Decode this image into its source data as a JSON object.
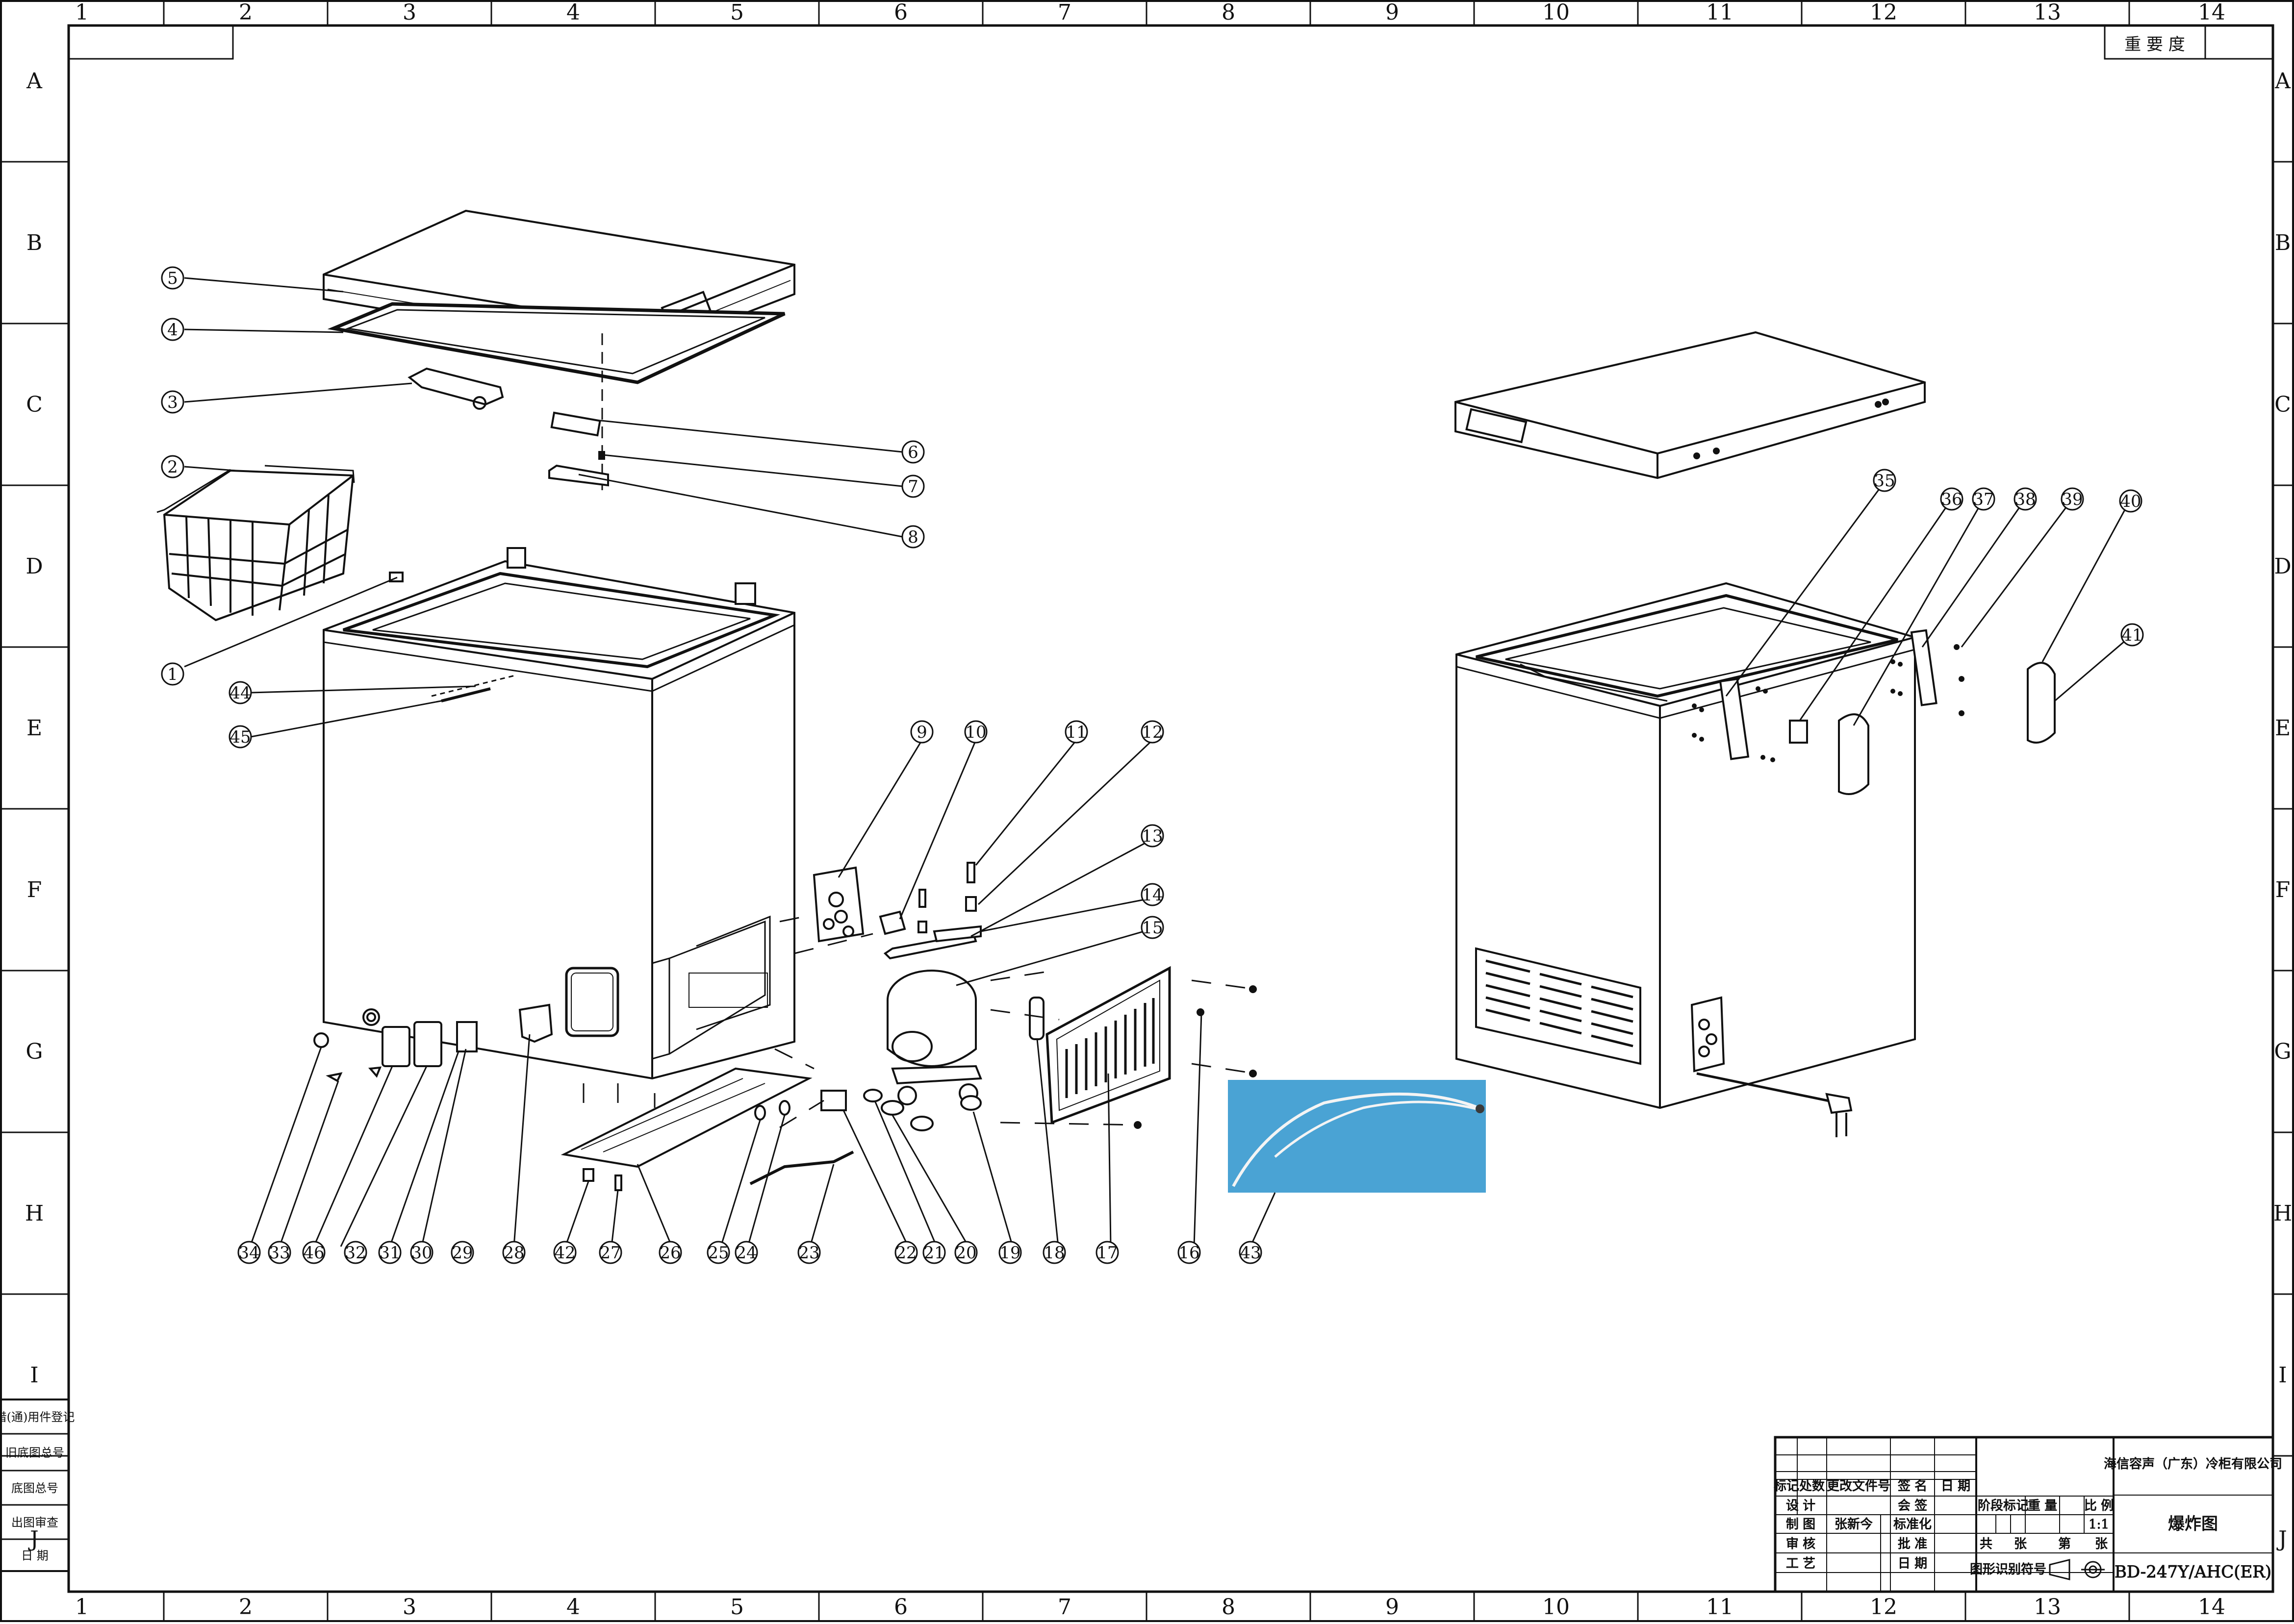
{
  "border": {
    "columns": [
      "1",
      "2",
      "3",
      "4",
      "5",
      "6",
      "7",
      "8",
      "9",
      "10",
      "11",
      "12",
      "13",
      "14"
    ],
    "rows": [
      "A",
      "B",
      "C",
      "D",
      "E",
      "F",
      "G",
      "H",
      "I",
      "J"
    ]
  },
  "importance_label": "重 要 度",
  "balloons": [
    "1",
    "2",
    "3",
    "4",
    "5",
    "6",
    "7",
    "8",
    "9",
    "10",
    "11",
    "12",
    "13",
    "14",
    "15",
    "16",
    "17",
    "18",
    "19",
    "20",
    "21",
    "22",
    "23",
    "24",
    "25",
    "26",
    "27",
    "28",
    "29",
    "30",
    "31",
    "32",
    "33",
    "34",
    "35",
    "36",
    "37",
    "38",
    "39",
    "40",
    "41",
    "42",
    "43",
    "44",
    "45",
    "46"
  ],
  "side_table": [
    "借(通)用件登记",
    "旧底图总号",
    "底图总号",
    "出图审查",
    "日   期"
  ],
  "title_block": {
    "company": "海信容声（广东）冷柜有限公司",
    "drawing_title": "爆炸图",
    "model": "BD-247Y/AHC(ER)",
    "scale_value": "1:1",
    "headers": [
      "标记",
      "处数",
      "更改文件号",
      "签 名",
      "日 期"
    ],
    "rows_left": [
      "设 计",
      "制 图",
      "审 核",
      "工 艺"
    ],
    "designer": "张新今",
    "rows_mid": [
      "会 签",
      "标准化",
      "批 准",
      "日 期"
    ],
    "stage_labels": [
      "阶段标记",
      "重 量",
      "比 例"
    ],
    "sheet_labels": [
      "共",
      "张",
      "第",
      "张"
    ],
    "projection_label": "图形识别符号"
  },
  "colors": {
    "line": "#111111",
    "inset_bg": "#4aa3d4",
    "wire": "#f4f4f4"
  }
}
